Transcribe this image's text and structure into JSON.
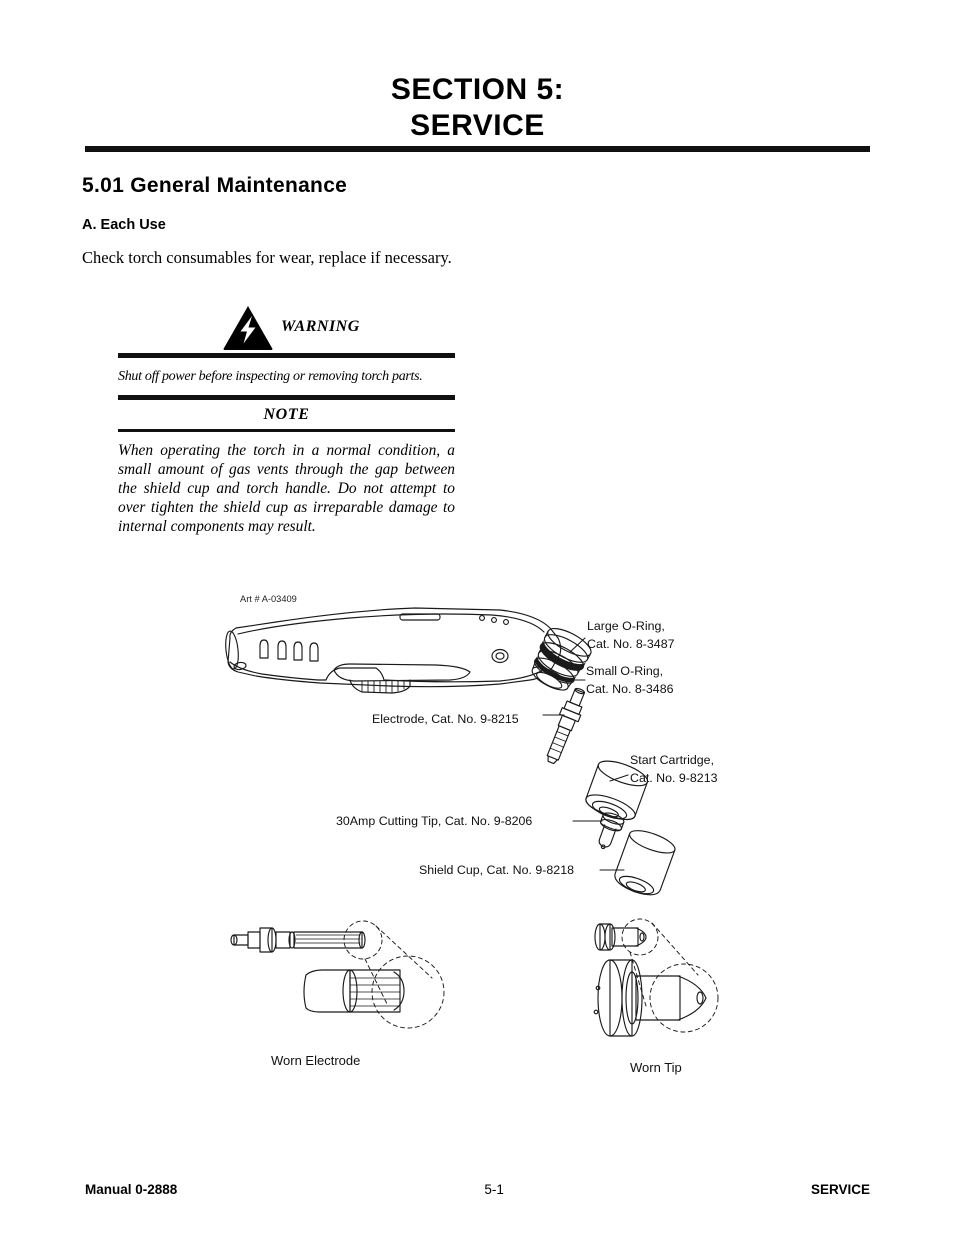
{
  "header": {
    "line1": "SECTION 5:",
    "line2": "SERVICE"
  },
  "section": {
    "title": "5.01  General  Maintenance",
    "subsection": "A.  Each Use",
    "intro": "Check torch consumables for wear, replace if necessary."
  },
  "warning": {
    "icon": "warning-lightning-triangle-icon",
    "heading": "WARNING",
    "body": "Shut off power before inspecting or removing torch parts."
  },
  "note": {
    "heading": "NOTE",
    "body": "When operating the torch in a normal condition,  a small amount of gas vents through the gap between the shield cup and torch handle. Do not attempt to over tighten the shield cup as irreparable damage to internal components may result."
  },
  "figure": {
    "art_number": "Art # A-03409",
    "callouts": [
      {
        "line1": "Large O-Ring,",
        "line2": "Cat. No. 8-3487"
      },
      {
        "line1": "Small O-Ring,",
        "line2": "Cat. No. 8-3486"
      },
      {
        "line1": "Electrode, Cat. No. 9-8215",
        "line2": ""
      },
      {
        "line1": "Start Cartridge,",
        "line2": "Cat. No. 9-8213"
      },
      {
        "line1": "30Amp  Cutting Tip, Cat. No.  9-8206",
        "line2": ""
      },
      {
        "line1": "Shield Cup, Cat. No. 9-8218",
        "line2": ""
      }
    ],
    "detail_labels": {
      "worn_electrode": "Worn Electrode",
      "worn_tip": "Worn Tip"
    }
  },
  "footer": {
    "manual": "Manual 0-2888",
    "page": "5-1",
    "section": "SERVICE"
  },
  "colors": {
    "ink": "#111111",
    "line": "#1a1a1a",
    "paper": "#ffffff"
  }
}
